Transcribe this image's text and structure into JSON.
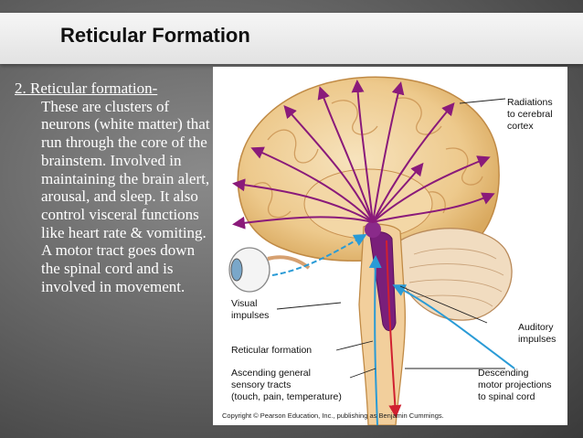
{
  "slide": {
    "title": "Reticular Formation",
    "heading": "2. Reticular formation-",
    "paragraph": "These are clusters of neurons (white matter) that run through the core of the brainstem. Involved in maintaining the brain alert, arousal, and sleep. It also control visceral functions like heart rate & vomiting. A motor tract goes down the spinal cord and is involved in movement."
  },
  "figure": {
    "labels": {
      "radiations_1": "Radiations",
      "radiations_2": "to cerebral",
      "radiations_3": "cortex",
      "visual_1": "Visual",
      "visual_2": "impulses",
      "auditory_1": "Auditory",
      "auditory_2": "impulses",
      "reticular": "Reticular formation",
      "ascending_1": "Ascending general",
      "ascending_2": "sensory tracts",
      "ascending_3": "(touch, pain, temperature)",
      "descending_1": "Descending",
      "descending_2": "motor projections",
      "descending_3": "to spinal cord"
    },
    "copyright": "Copyright © Pearson Education, Inc., publishing as Benjamin Cummings."
  }
}
